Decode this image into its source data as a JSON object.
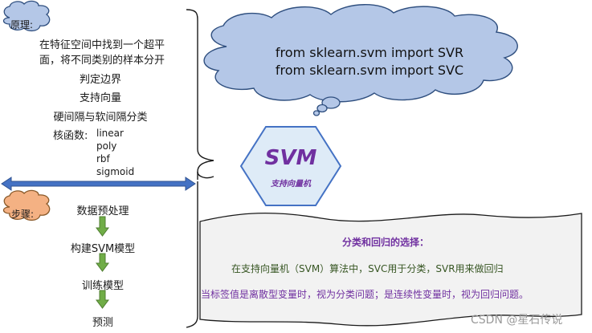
{
  "principle": {
    "tag": "原理:",
    "line1": "在特征空间中找到一个超平",
    "line2": "面，将不同类别的样本分开",
    "items": [
      "判定边界",
      "支持向量",
      "硬间隔与软间隔分类"
    ],
    "kernel_label": "核函数:",
    "kernels": [
      "linear",
      "poly",
      "rbf",
      "sigmoid"
    ]
  },
  "steps": {
    "tag": "步骤:",
    "items": [
      "数据预处理",
      "构建SVM模型",
      "训练模型",
      "预测"
    ]
  },
  "cloud": {
    "line1": "from sklearn.svm import SVR",
    "line2": "from sklearn.svm import SVC"
  },
  "center": {
    "title": "SVM",
    "subtitle": "支持向量机"
  },
  "document": {
    "title": "分类和回归的选择：",
    "line1": "在支持向量机（SVM）算法中，SVC用于分类，SVR用来做回归",
    "line2": "当标签值是离散型变量时，视为分类问题；是连续性变量时，视为回归问题。"
  },
  "watermark": "CSDN @星石传说",
  "colors": {
    "tag_fill": "#b4c7e7",
    "step_tag_fill": "#f4b183",
    "cloud_fill": "#b4c7e7",
    "hex_fill": "#deebf7",
    "hex_stroke": "#4472c4",
    "arrow_fill": "#4472c4",
    "down_arrow": "#70ad47",
    "doc_fill": "#f2f2f2"
  }
}
